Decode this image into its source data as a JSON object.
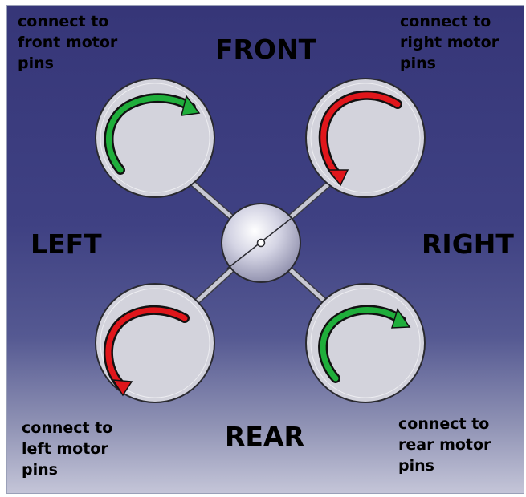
{
  "labels": {
    "front": "FRONT",
    "rear": "REAR",
    "left": "LEFT",
    "right": "RIGHT"
  },
  "notes": {
    "front_motor": "connect to\nfront motor\npins",
    "right_motor": "connect to\nright motor\npins",
    "left_motor": "connect to\nleft motor\npins",
    "rear_motor": "connect to\nrear motor\npins"
  },
  "motors": [
    {
      "id": "front-left",
      "rotation": "clockwise",
      "arrow_color": "#1fae3b"
    },
    {
      "id": "front-right",
      "rotation": "counterclockwise",
      "arrow_color": "#e0161b"
    },
    {
      "id": "rear-left",
      "rotation": "counterclockwise",
      "arrow_color": "#e0161b"
    },
    {
      "id": "rear-right",
      "rotation": "clockwise",
      "arrow_color": "#1fae3b"
    }
  ],
  "colors": {
    "background_top": "#363678",
    "background_bottom": "#c4c5d8",
    "rotor_fill": "#d3d3dc",
    "arm": "#c8c8d2",
    "cw_arrow": "#1fae3b",
    "ccw_arrow": "#e0161b"
  }
}
